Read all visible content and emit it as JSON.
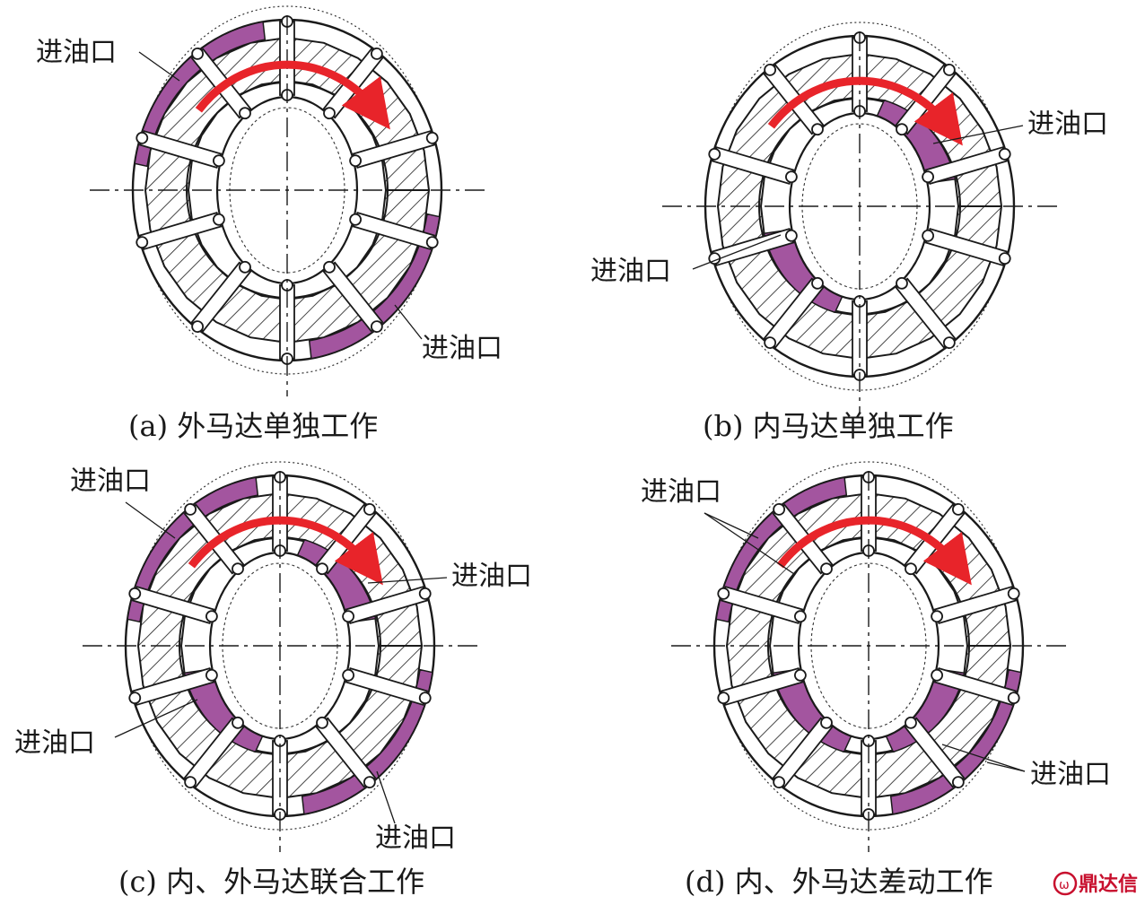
{
  "panels": [
    {
      "caption": "(a) 外马达单独工作",
      "labels": [
        "进油口",
        "进油口"
      ],
      "outer_fill": [
        0,
        2
      ],
      "inner_fill": []
    },
    {
      "caption": "(b) 内马达单独工作",
      "labels": [
        "进油口",
        "进油口"
      ],
      "outer_fill": [],
      "inner_fill": [
        0,
        2
      ]
    },
    {
      "caption": "(c) 内、外马达联合工作",
      "labels": [
        "进油口",
        "进油口",
        "进油口",
        "进油口"
      ],
      "outer_fill": [
        0,
        2
      ],
      "inner_fill": [
        0,
        2
      ]
    },
    {
      "caption": "(d) 内、外马达差动工作",
      "labels": [
        "进油口",
        "进油口"
      ],
      "outer_fill": [
        0,
        2
      ],
      "inner_fill": [
        1,
        3
      ]
    }
  ],
  "watermark": "鼎达信",
  "colors": {
    "oil": "#a3559f",
    "arrow": "#e8242a",
    "hatch": "#1a1a1a",
    "watermark": "#c8102e"
  }
}
